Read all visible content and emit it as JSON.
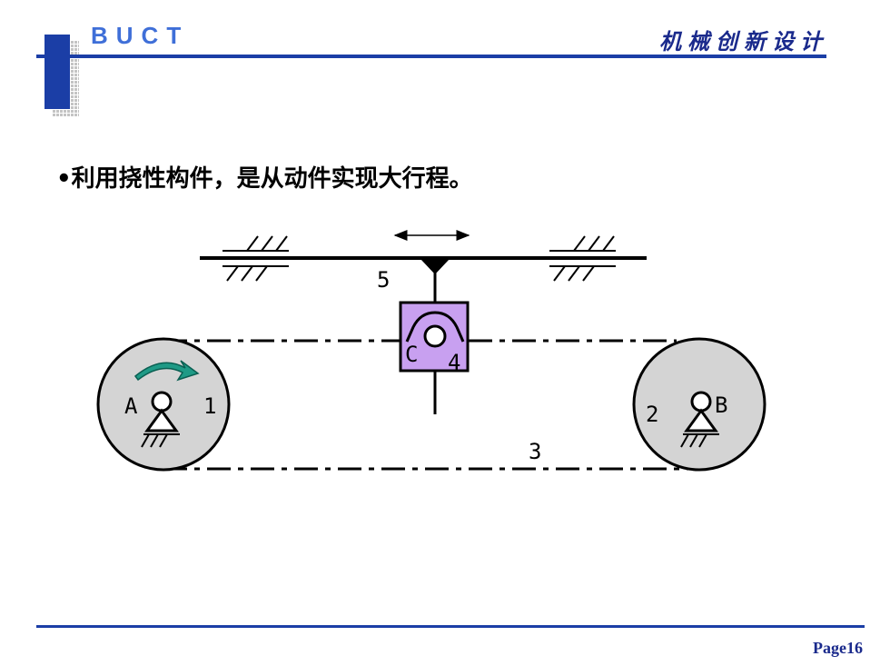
{
  "header": {
    "brand": "BUCT",
    "course_title": "机械创新设计"
  },
  "content": {
    "bullet_text": "•利用挠性构件，是从动件实现大行程。"
  },
  "diagram": {
    "labels": {
      "slider_rod": "5",
      "slider_block": "4",
      "pin": "C",
      "pulley_a_point": "A",
      "pulley_a_number": "1",
      "pulley_b_point": "B",
      "pulley_b_number": "2",
      "belt": "3"
    },
    "colors": {
      "pulley_fill": "#d4d4d4",
      "block_fill": "#c8a0f0",
      "rotation_arrow": "#1f9a86",
      "line": "#000000"
    }
  },
  "footer": {
    "page_number": "Page16"
  }
}
